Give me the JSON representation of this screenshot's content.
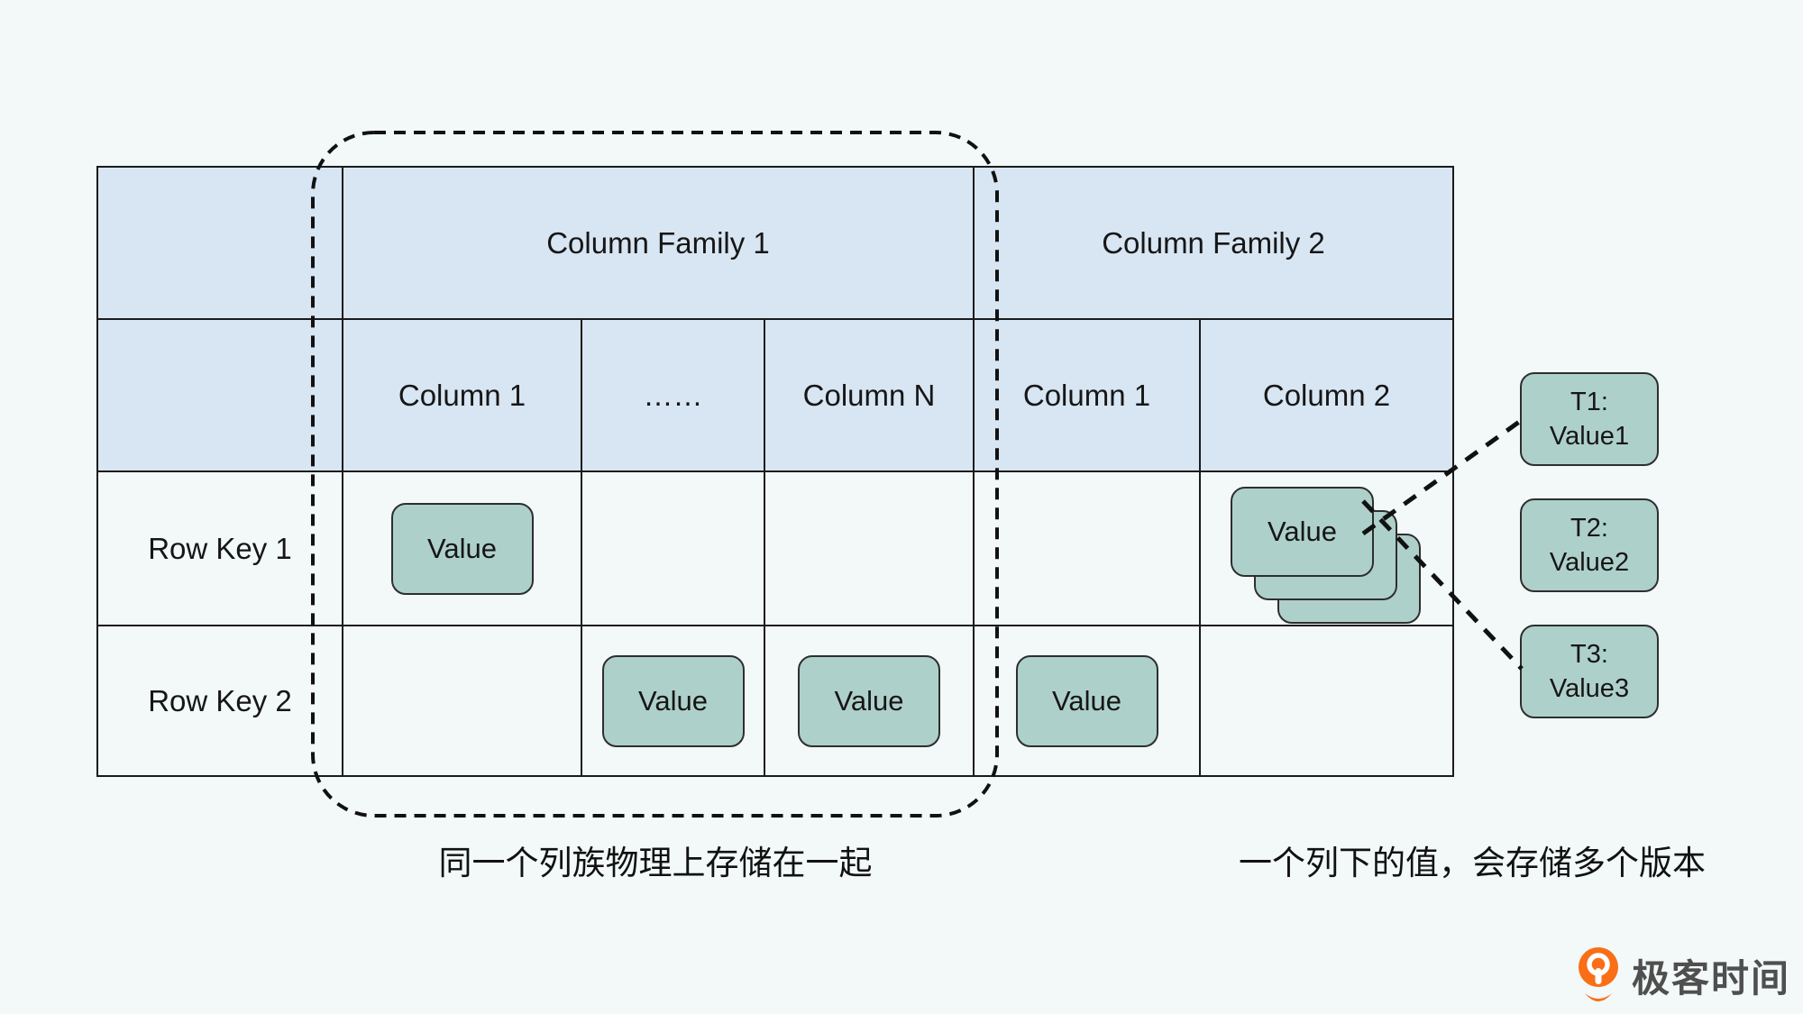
{
  "table": {
    "column_families": [
      {
        "label": "Column Family 1"
      },
      {
        "label": "Column Family 2"
      }
    ],
    "columns": [
      "Column 1",
      "……",
      "Column N",
      "Column 1",
      "Column 2"
    ],
    "rows": [
      {
        "label": "Row Key 1"
      },
      {
        "label": "Row Key 2"
      }
    ],
    "value_label": "Value"
  },
  "versions": [
    {
      "t": "T1:",
      "v": "Value1"
    },
    {
      "t": "T2:",
      "v": "Value2"
    },
    {
      "t": "T3:",
      "v": "Value3"
    }
  ],
  "captions": {
    "left": "同一个列族物理上存储在一起",
    "right": "一个列下的值，会存储多个版本"
  },
  "logo": {
    "text": "极客时间"
  },
  "colors": {
    "background": "#f2f9f8",
    "header_fill": "#d8e5f2",
    "value_fill": "#aed0ca",
    "line": "#1b1b1b",
    "logo_orange": "#fa6e17",
    "logo_text": "#4f4f4f"
  }
}
